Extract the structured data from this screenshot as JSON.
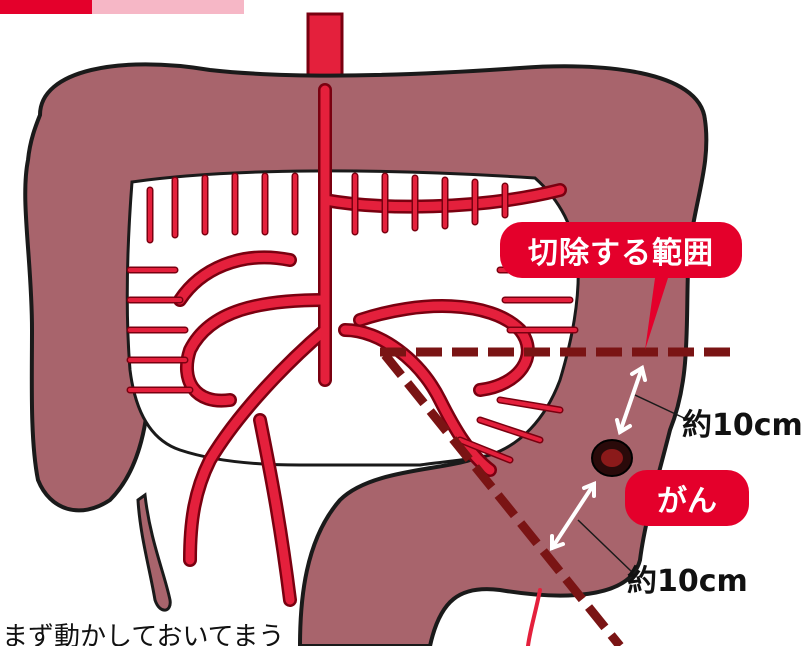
{
  "labels": {
    "resection_range": "切除する範囲",
    "cancer": "がん",
    "margin_upper": "約10cm",
    "margin_lower": "約10cm",
    "bottom_caption_cut": "まず動かしておいてまう"
  },
  "colors": {
    "colon_fill": "#a8646c",
    "colon_outline": "#1a1a1a",
    "vessel": "#e4203c",
    "vessel_outline": "#7a0010",
    "cut_line": "#7a1414",
    "label_pill": "#e4002b",
    "arrow": "#ffffff",
    "tumor": "#2a0a0a"
  }
}
